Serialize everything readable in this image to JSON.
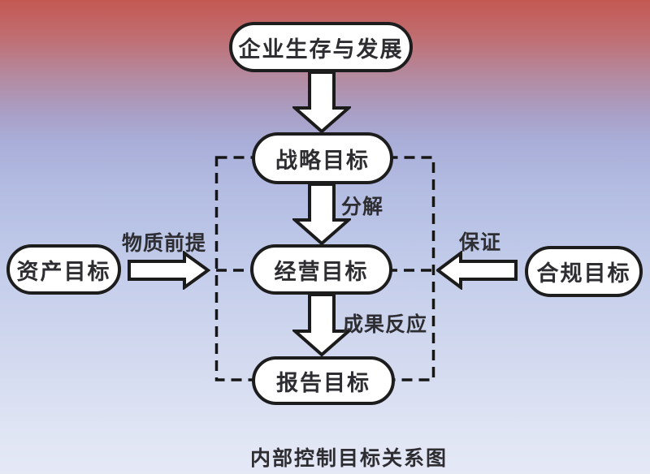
{
  "caption": "内部控制目标关系图",
  "colors": {
    "background_top": "#c35852",
    "background_middle": "#b2bae1",
    "background_bottom": "#e5e9f6",
    "node_fill": "#ffffff",
    "line_color": "#1d1d1d",
    "text_color": "#2e2e32"
  },
  "nodes": {
    "survival": {
      "label": "企业生存与发展"
    },
    "strategy": {
      "label": "战略目标"
    },
    "operation": {
      "label": "经营目标"
    },
    "report": {
      "label": "报告目标"
    },
    "asset": {
      "label": "资产目标"
    },
    "compliance": {
      "label": "合规目标"
    }
  },
  "edge_labels": {
    "decompose": "分解",
    "result_feedback": "成果反应",
    "material_premise": "物质前提",
    "guarantee": "保证"
  }
}
